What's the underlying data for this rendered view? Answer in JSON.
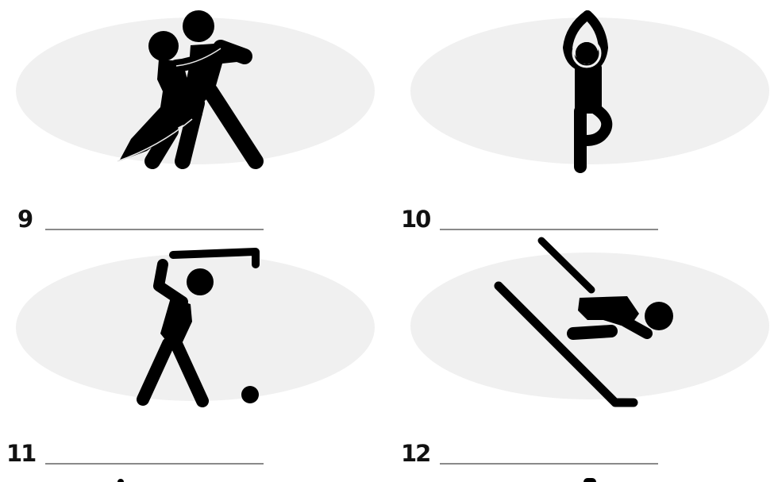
{
  "worksheet": {
    "exercises": [
      {
        "number": "9",
        "pictogram": "dancing-couple-icon",
        "answer_value": "",
        "answer_placeholder": ""
      },
      {
        "number": "10",
        "pictogram": "yoga-tree-pose-icon",
        "answer_value": "",
        "answer_placeholder": ""
      },
      {
        "number": "11",
        "pictogram": "golf-swing-icon",
        "answer_value": "",
        "answer_placeholder": ""
      },
      {
        "number": "12",
        "pictogram": "downhill-skiing-icon",
        "answer_value": "",
        "answer_placeholder": ""
      }
    ]
  },
  "colors": {
    "ellipse_fill": "#f0f0f0",
    "pictogram": "#000000",
    "answer_line": "#8a8a8a",
    "number_text": "#111111"
  }
}
